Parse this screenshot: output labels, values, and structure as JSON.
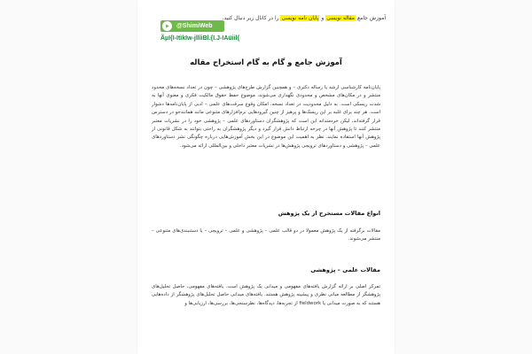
{
  "notice": {
    "prefix": "آموزش جامع",
    "highlight_1": "مقاله نویسی",
    "joiner": "و",
    "highlight_2": "پایان نامه نویسی",
    "suffix": "را در کانال زیر دنبال کنید."
  },
  "brand": {
    "name": "@ShimiWeb",
    "link": "ÃµI{I-ItìkIw-jllîiBl.{I.J-IAüiil{",
    "icon": "play-icon",
    "color": "#6fb84a",
    "link_color": "#1e8a3c"
  },
  "title": "آموزش جامع و گام به گام استخراج مقاله",
  "body": {
    "intro": "پایان‌نامه کارشناسی ارشد یا رساله دکتری – و همچنین گزارش طرح‌های پژوهشی – چون در تعداد نسخه‌های محدود منتشر و در مکان‌های مشخص و محدودی نگهداری می‌شوند، موضوع حفظ حقوق مالکیت فکری و معنوی آنها به شدت ریسکی است. به دلیل محدودیت در تعداد نسخه، امکان وقوع سرقت‌های علمی – ادبی از پایان‌نامه‌ها دشوار است. هر چند برای غلبه بر این ریسک‌ها و پرهیز از چنین گیرودهایی نرم‌افزارهای متنوعی مانند همانندجو در دسترس قرار گرفته‌اند، لیکن خردمندانه این است که پژوهشگران دستاوردهای علمی – پژوهشی خود را در نشریات معتبر منتشر کنند تا پژوهش آنها در چرخه ارتباط دانش قرار گیرد و دیگر پژوهشگران به راحتی بتوانند به شکل قانونی از پژوهش آنها استفاده نمایند. نظر به اهمیت این موضوع در این بخش آموزش‌هایی درباره چگونگی نشر دستاوردهای علمی – پژوهشی و دستاوردهای ترویجی پژوهش‌ها در نشریات معتبر داخلی و بین‌المللی ارائه می‌شود."
  },
  "sections": [
    {
      "heading": "انواع مقالات مستخرج از یک پژوهش",
      "text": "مقالات برگرفته از یک پژوهش معمولا در دو قالب علمی – پژوهشی و علمی – ترویجی – یا دستنبندی‌های متنوعی – منتشر می‌شوند."
    },
    {
      "heading": "مقالات علمی – پژوهشی",
      "text": "تمرکز اصلی بر ارائه گزارش یافته‌های مفهومی و میدانی یک پژوهش است. یافته‌های مفهومی، حاصل تحلیل‌های پژوهشگر از مطالعه مبانی نظری و پیشینه پژوهش هستند. یافته‌های میدانی حاصل تحلیل‌های پژوهشگر از داده‌هایی هستند که به صورت میدانی یا fieldwork از تجربه‌ها، دیدگاه‌ها، نظرسنجی‌ها، بررسی‌ها، ارزیابی‌ها و"
    }
  ]
}
